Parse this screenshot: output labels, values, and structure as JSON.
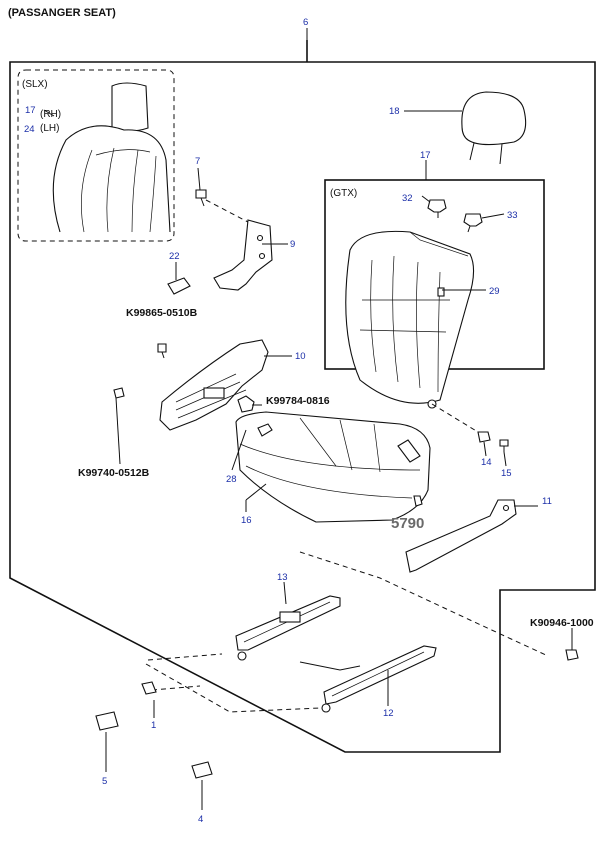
{
  "title": "(PASSANGER SEAT)",
  "groups": {
    "slx": "(SLX)",
    "gtx": "(GTX)",
    "rh": "(RH)",
    "lh": "(LH)"
  },
  "callouts": {
    "c6": "6",
    "c18": "18",
    "c17_top": "17",
    "c17_rh": "17",
    "c24_lh": "24",
    "c7": "7",
    "c9": "9",
    "c22": "22",
    "c32": "32",
    "c33": "33",
    "c29": "29",
    "c10": "10",
    "c14": "14",
    "c15": "15",
    "c28": "28",
    "c16": "16",
    "c11": "11",
    "c13": "13",
    "c12": "12",
    "c1": "1",
    "c5": "5",
    "c4": "4"
  },
  "part_codes": {
    "k99865": "K99865-0510B",
    "k99784": "K99784-0816",
    "k99740": "K99740-0512B",
    "k90946": "K90946-1000"
  },
  "stamp": "5790"
}
